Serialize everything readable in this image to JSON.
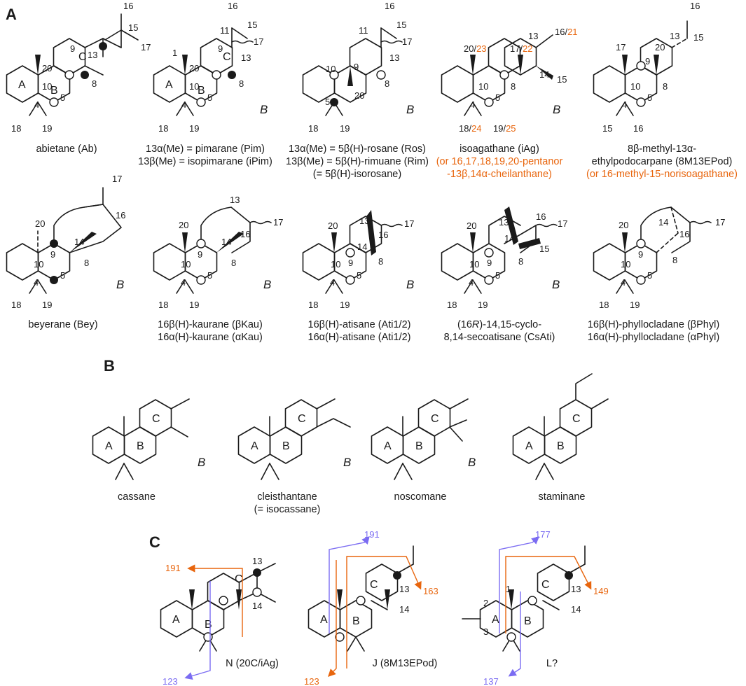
{
  "panels": [
    "A",
    "B",
    "C"
  ],
  "rowA1": [
    {
      "line1": "abietane (Ab)"
    },
    {
      "line1": "13α(Me) = pimarane (Pim)",
      "line2": "13β(Me) = isopimarane (iPim)"
    },
    {
      "line1": "13α(Me) = 5β(H)-rosane (Ros)",
      "line2": "13β(Me) = 5β(H)-rimuane (Rim)",
      "line3": "(= 5β(H)-isorosane)"
    },
    {
      "line1": "isoagathane (iAg)",
      "line2": "(or 16,17,18,19,20-pentanor",
      "line3": "-13β,14α-cheilanthane)"
    },
    {
      "line1": "8β-methyl-13α-",
      "line2": "ethylpodocarpane (8M13EPod)",
      "line3": "(or 16-methyl-15-norisoagathane)"
    }
  ],
  "rowA2": [
    {
      "line1": "beyerane (Bey)"
    },
    {
      "line1": "16β(H)-kaurane (βKau)",
      "line2": "16α(H)-kaurane (αKau)"
    },
    {
      "line1": "16β(H)-atisane (Ati1/2)",
      "line2": "16α(H)-atisane (Ati1/2)"
    },
    {
      "line1a": "(16",
      "line1r": "R",
      "line1b": ")-14,15-cyclo-",
      "line2": "8,14-secoatisane (CsAti)"
    },
    {
      "line1": "16β(H)-phyllocladane (βPhyl)",
      "line2": "16α(H)-phyllocladane (αPhyl)"
    }
  ],
  "rowB": [
    {
      "line1": "cassane"
    },
    {
      "line1": "cleisthantane",
      "line2": "(= isocassane)"
    },
    {
      "line1": "noscomane"
    },
    {
      "line1": "staminane"
    }
  ],
  "rowC": [
    {
      "label": "N (20C/iAg)",
      "frag_orange": "191",
      "frag_purple": "123"
    },
    {
      "label": "J (8M13EPod)",
      "frag_orange_top": "163",
      "frag_orange_bottom": "123",
      "frag_purple": "191"
    },
    {
      "label": "L?",
      "frag_orange": "149",
      "frag_purple_top": "177",
      "frag_purple_bottom": "137"
    }
  ],
  "b_marker": "B",
  "iag_num": {
    "a": "20/",
    "b": "23",
    "c": "17/",
    "d": "22",
    "e": "16/",
    "f": "21",
    "g": "18/",
    "h": "24",
    "i": "19/",
    "j": "25"
  },
  "colors": {
    "orange": "#e8650d",
    "purple": "#7b6cf2",
    "ink": "#1a1a1a"
  }
}
